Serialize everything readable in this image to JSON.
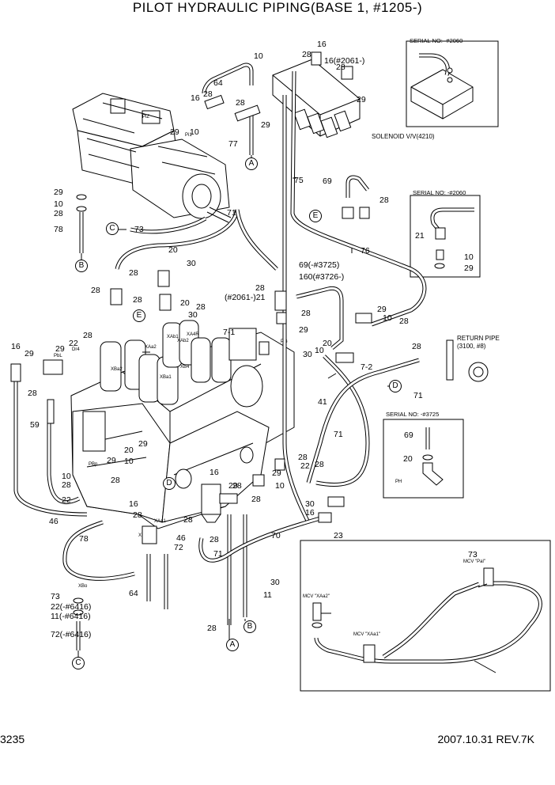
{
  "header": {
    "title": "PILOT HYDRAULIC PIPING(BASE 1, #1205-)"
  },
  "footer": {
    "page": "3235",
    "date_rev": "2007.10.31  REV.7K"
  },
  "boxes": {
    "serial_top": "SERIAL NO: -#2060",
    "serial_mid": "SERIAL NO: -#2060",
    "serial_low": "SERIAL NO: -#3725",
    "solenoid": "SOLENOID V/V(4210)",
    "return_pipe_1": "RETURN PIPE",
    "return_pipe_2": "(3100, #8)"
  },
  "port_labels": {
    "piz": "PiZ",
    "pi1": "Pi1",
    "xaa2": "XAa2",
    "xab1": "XAb1",
    "xab2": "XAb2",
    "xa4r": "XA4R",
    "xba2": "XBa2",
    "xba1": "XBa1",
    "xb4": "XB4",
    "xbo": "XBo",
    "xbb1": "XBb1",
    "xaa1": "XAa1",
    "pbl": "PbL",
    "dr4": "Dr4",
    "pbp": "PBp",
    "ph": "PH",
    "pg": "PG",
    "mcv_pal": "MCV \"Pal\"",
    "mcv_xaa2": "MCV \"XAa2\"",
    "mcv_xaa1": "MCV \"XAa1\""
  },
  "callouts": [
    "16",
    "28",
    "16(#2061-)",
    "28",
    "29",
    "10",
    "29",
    "64",
    "28",
    "16",
    "28",
    "29",
    "10",
    "77",
    "29",
    "10",
    "28",
    "78",
    "75",
    "69",
    "28",
    "21",
    "10",
    "29",
    "73",
    "71",
    "28",
    "20",
    "30",
    "28",
    "28",
    "20",
    "28",
    "30",
    "76",
    "69(-#3725)",
    "160(#3726-)",
    "28",
    "(#2061-)21",
    "28",
    "29",
    "30",
    "10",
    "20",
    "7-2",
    "29",
    "10",
    "28",
    "7-1",
    "16",
    "29",
    "29",
    "22",
    "28",
    "28",
    "41",
    "71",
    "28",
    "71",
    "69",
    "20",
    "59",
    "29",
    "29",
    "10",
    "28",
    "22",
    "20",
    "10",
    "28",
    "22",
    "28",
    "29",
    "10",
    "28",
    "16",
    "29",
    "28",
    "30",
    "16",
    "23",
    "28",
    "16",
    "28",
    "28",
    "46",
    "72",
    "28",
    "71",
    "70",
    "46",
    "78",
    "64",
    "30",
    "11",
    "28",
    "73",
    "22(-#6416)",
    "11(-#6416)",
    "72(-#6416)",
    "73"
  ],
  "connectors": [
    "A",
    "A",
    "B",
    "B",
    "C",
    "C",
    "D",
    "D",
    "E",
    "E"
  ]
}
